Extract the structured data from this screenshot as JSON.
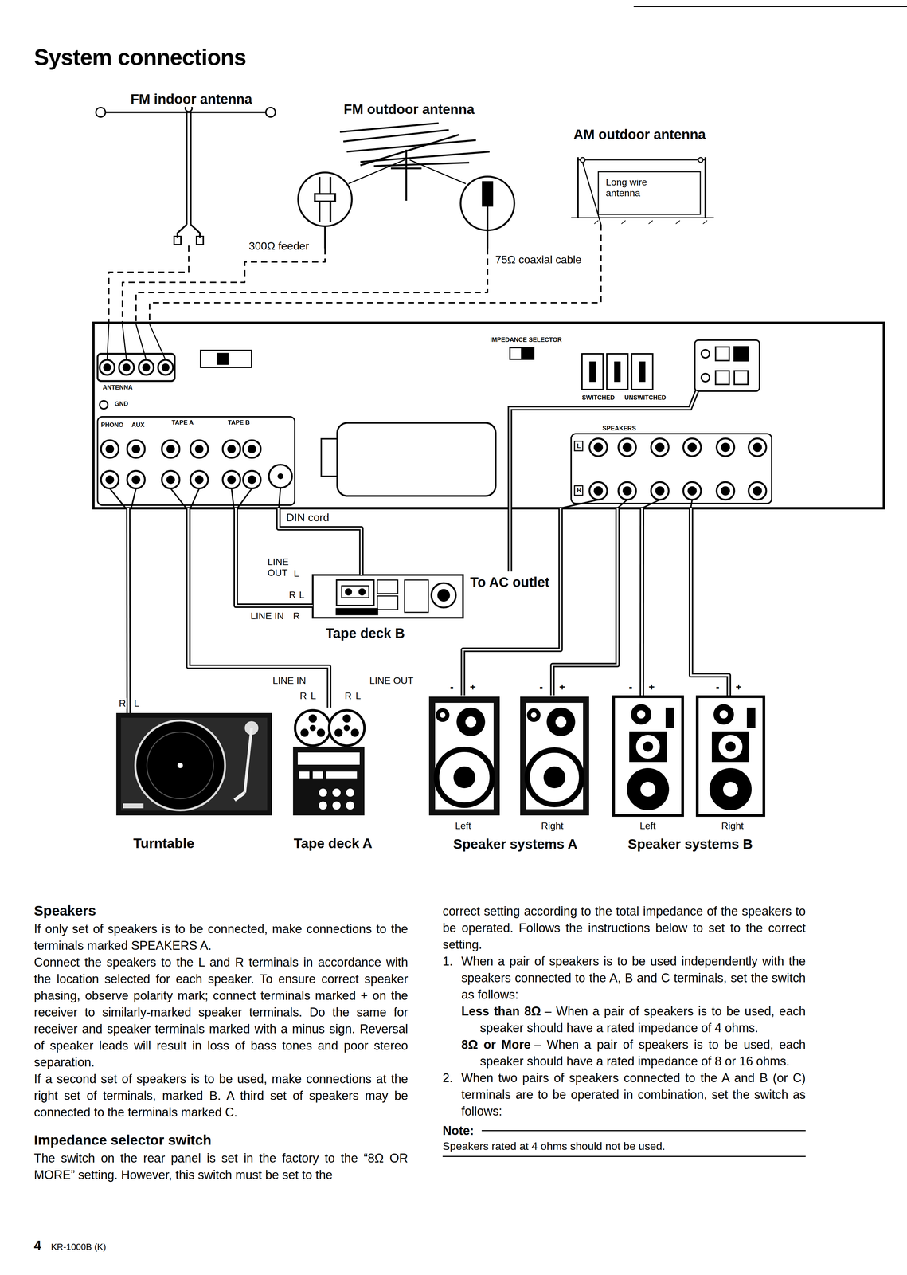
{
  "diagram": {
    "title": "System connections",
    "nodes": [
      {
        "text": [
          "FM indoor antenna"
        ]
      },
      {
        "text": [
          "FM outdoor antenna"
        ]
      },
      {
        "text": [
          "AM outdoor antenna",
          "Long wire antenna"
        ]
      },
      {
        "text": [
          "ANTENNA",
          "GND",
          "PHONO",
          "AUX",
          "TAPE A",
          "TAPE B",
          "IMPEDANCE SELECTOR",
          "SWITCHED",
          "UNSWITCHED",
          "SPEAKERS",
          "L",
          "R"
        ]
      },
      {
        "text": [
          "Tape deck B"
        ]
      },
      {
        "text": [
          "Turntable"
        ]
      },
      {
        "text": [
          "Tape deck A"
        ]
      },
      {
        "text": [
          "Speaker systems A"
        ]
      },
      {
        "text": [
          "Left"
        ],
        "in": 7
      },
      {
        "text": [
          "Right"
        ],
        "in": 7
      },
      {
        "text": [
          "Speaker systems B"
        ]
      },
      {
        "text": [
          "Left"
        ],
        "in": 10
      },
      {
        "text": [
          "Right"
        ],
        "in": 10
      }
    ],
    "edges": [
      {
        "from": 0,
        "to": 3,
        "arrow": "none"
      },
      {
        "from": 1,
        "to": 3,
        "label": "300Ω feeder",
        "arrow": "none"
      },
      {
        "from": 1,
        "to": 3,
        "label": "75Ω coaxial cable",
        "arrow": "none"
      },
      {
        "from": 2,
        "to": 3,
        "arrow": "none"
      },
      {
        "from": 3,
        "to": 4,
        "label": "DIN cord",
        "arrow": "none"
      },
      {
        "from": 3,
        "to": 4,
        "arrow": "none"
      },
      {
        "from": 3,
        "to": 5,
        "arrow": "none"
      },
      {
        "from": 3,
        "to": 6,
        "arrow": "none"
      },
      {
        "from": 3,
        "to": 8,
        "arrow": "none"
      },
      {
        "from": 3,
        "to": 9,
        "arrow": "none"
      },
      {
        "from": 3,
        "to": 11,
        "arrow": "none"
      },
      {
        "from": 3,
        "to": 12,
        "arrow": "none"
      }
    ],
    "labels": [
      "LINE OUT",
      "L",
      "R",
      "L",
      "LINE IN",
      "R",
      "To AC outlet",
      "R",
      "L",
      "LINE IN",
      "R",
      "L",
      "R",
      "L",
      "LINE OUT",
      "-",
      "+",
      "-",
      "+",
      "-",
      "+",
      "-",
      "+",
      "Speakers",
      "If only set of speakers is to be connected, make connections to the terminals marked SPEAKERS A.",
      "Connect the speakers to the L and R terminals in accordance with the location selected for each speaker. To ensure correct speaker phasing, observe polarity mark; connect terminals marked + on the receiver to similarly-marked speaker terminals. Do the same for receiver and speaker terminals marked with a minus sign. Reversal of speaker leads will result in loss of bass tones and poor stereo separation.",
      "If a second set of speakers is to be used, make connections at the right set of terminals, marked B. A third set of speakers may be connected to the terminals marked C.",
      "Impedance selector switch",
      "The switch on the rear panel is set in the factory to the “8Ω OR MORE” setting. However, this switch must be set to the",
      "correct setting according to the total impedance of the speakers to be operated. Follows the instructions below to set to the correct setting.",
      "1.",
      "When a pair of speakers is to be used independently with the speakers connected to the A, B and C terminals, set the switch as follows:",
      "Less than 8Ω",
      "– When a pair of speakers is to be used, each speaker should have a rated impedance of 4 ohms.",
      "8Ω or More",
      "– When a pair of speakers is to be used, each speaker should have a rated impedance of 8 or 16 ohms.",
      "2.",
      "When two pairs of speakers connected to the A and B (or C) terminals are to be operated in combination, set the switch as follows:",
      "Note:",
      "Speakers rated at 4 ohms should not be used.",
      "4",
      "KR-1000B (K)"
    ]
  }
}
